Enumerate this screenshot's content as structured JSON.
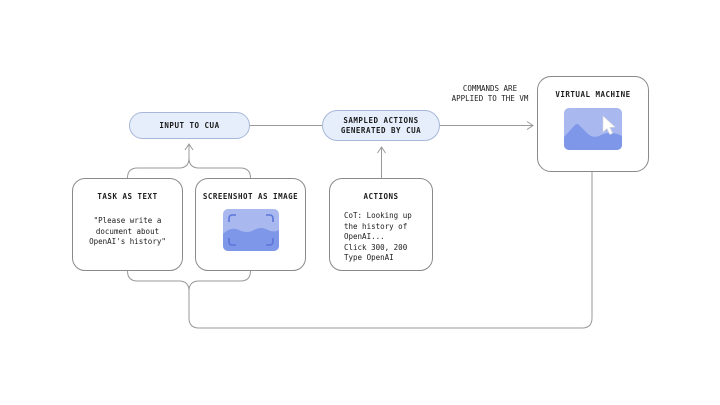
{
  "diagram": {
    "input_pill": {
      "label": "INPUT TO CUA"
    },
    "sampled_pill": {
      "lines": [
        "SAMPLED ACTIONS",
        "GENERATED BY CUA"
      ]
    },
    "vm_edge_label": {
      "lines": [
        "COMMANDS ARE",
        "APPLIED TO THE VM"
      ]
    },
    "vm_box": {
      "title": "VIRTUAL MACHINE"
    },
    "task_box": {
      "title": "TASK AS TEXT",
      "body": [
        "\"Please write a",
        "document about",
        "OpenAI's history\""
      ]
    },
    "screenshot_box": {
      "title": "SCREENSHOT AS IMAGE"
    },
    "actions_box": {
      "title": "ACTIONS",
      "body": [
        "CoT: Looking up",
        "the history of",
        "OpenAI...",
        "Click 300, 200",
        "Type OpenAI"
      ]
    },
    "icons": {
      "screenshot_icon": "framed-image-icon",
      "vm_icon": "screen-image-icon",
      "cursor_icon": "mouse-cursor-icon"
    },
    "colors": {
      "pill_fill": "#e6eefb",
      "pill_border": "#a7b8d8",
      "box_border": "#8a8a8a",
      "wire": "#999999",
      "icon_base_blue": "#a9b9f0",
      "icon_wave_blue": "#7e97e9",
      "icon_bracket_blue": "#5b76d8",
      "text": "#1c1c1c",
      "background": "#ffffff"
    }
  }
}
